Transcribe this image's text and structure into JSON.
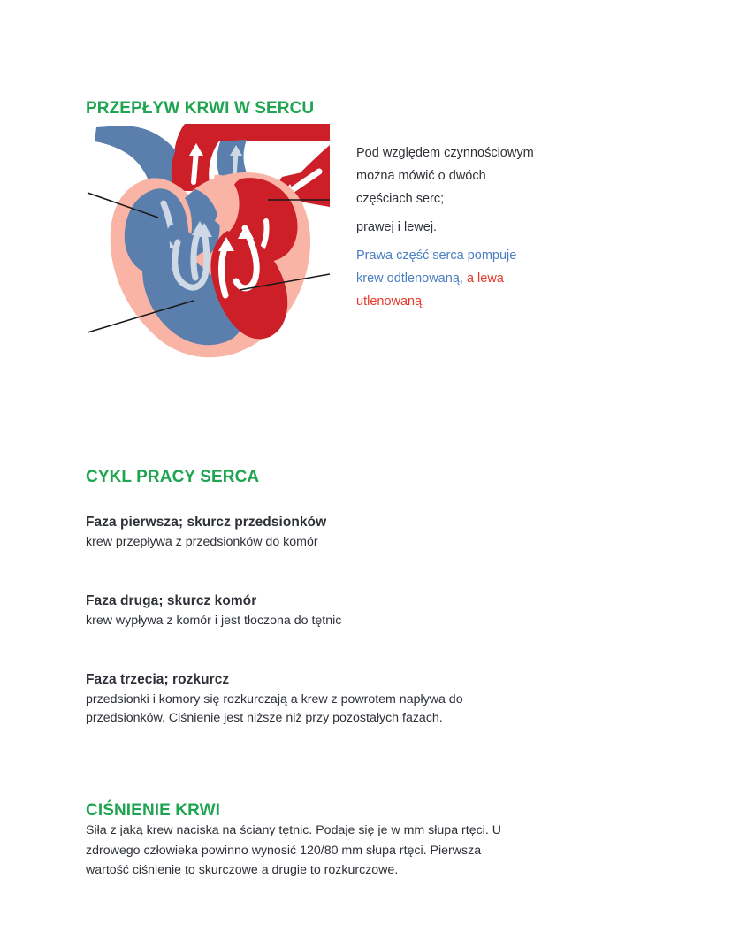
{
  "page": {
    "background": "#ffffff",
    "accent_green": "#1fa551",
    "text_color": "#2d3137",
    "blue": "#4a7fc0",
    "red": "#e8392b"
  },
  "sections": {
    "blood_flow": {
      "heading": "PRZEPŁYW KRWI W SERCU",
      "side_text": {
        "line1": "Pod względem czynnościowym",
        "line2": "można mówić o dwóch",
        "line3": "częściach serc;",
        "line4": "prawej i lewej.",
        "blue_part": "Prawa część serca pompuje krew odtlenowaną",
        "separator": ", ",
        "red_part": "a lewa utlenowaną"
      }
    },
    "cardiac_cycle": {
      "heading": "CYKL PRACY SERCA",
      "phases": [
        {
          "title": "Faza pierwsza; skurcz przedsionków",
          "body": "krew przepływa z przedsionków do komór"
        },
        {
          "title": "Faza druga; skurcz komór",
          "body": "krew wypływa z komór i jest tłoczona do tętnic"
        },
        {
          "title": "Faza trzecia; rozkurcz",
          "body": "przedsionki i komory się rozkurczają a krew z powrotem napływa do przedsionków. Ciśnienie jest niższe niż przy pozostałych fazach."
        }
      ]
    },
    "blood_pressure": {
      "heading": "CIŚNIENIE KRWI",
      "body": "Siła z jaką krew naciska na ściany tętnic. Podaje się je w mm słupa rtęci. U zdrowego człowieka powinno wynosić 120/80 mm słupa rtęci. Pierwsza wartość ciśnienie to skurczowe a drugie to rozkurczowe."
    }
  },
  "figure": {
    "name": "heart-blood-flow-diagram",
    "colors": {
      "deoxygenated_blue": "#5b7fad",
      "oxygenated_red": "#cc1f27",
      "myocardium_pink": "#f9b4a6",
      "arrow_white": "#ffffff",
      "leader_line": "#1a1a1a"
    },
    "leader_lines": 4
  }
}
